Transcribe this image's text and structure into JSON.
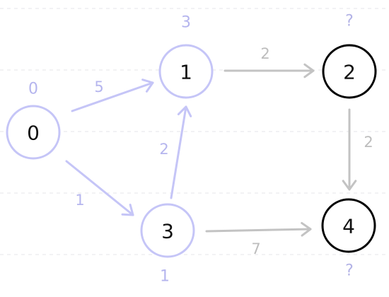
{
  "colors": {
    "visited": "#c5c5f7",
    "visited_label": "#b5b5ee",
    "unvisited_stroke": "#000000",
    "unvisited_label": "#b3b3e6",
    "edge_active": "#c5c5f7",
    "edge_inactive": "#c3c3c3",
    "weight_active": "#b5b5ee",
    "weight_inactive": "#bdbdbd"
  },
  "nodes": [
    {
      "id": "0",
      "label": "0",
      "distance": "0",
      "visited": true
    },
    {
      "id": "1",
      "label": "1",
      "distance": "3",
      "visited": true
    },
    {
      "id": "2",
      "label": "2",
      "distance": "?",
      "visited": false
    },
    {
      "id": "3",
      "label": "3",
      "distance": "1",
      "visited": true
    },
    {
      "id": "4",
      "label": "4",
      "distance": "?",
      "visited": false
    }
  ],
  "edges": [
    {
      "from": "0",
      "to": "1",
      "weight": "5",
      "active": true
    },
    {
      "from": "0",
      "to": "3",
      "weight": "1",
      "active": true
    },
    {
      "from": "3",
      "to": "1",
      "weight": "2",
      "active": true
    },
    {
      "from": "1",
      "to": "2",
      "weight": "2",
      "active": false
    },
    {
      "from": "2",
      "to": "4",
      "weight": "2",
      "active": false
    },
    {
      "from": "3",
      "to": "4",
      "weight": "7",
      "active": false
    }
  ]
}
